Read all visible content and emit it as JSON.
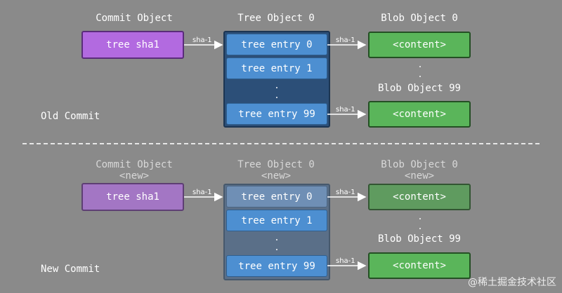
{
  "old": {
    "label": "Old Commit",
    "commit_title": "Commit Object",
    "tree_title": "Tree Object 0",
    "blob0_title": "Blob Object 0",
    "blob99_title": "Blob Object 99",
    "commit_box": "tree sha1",
    "tree_entries": [
      "tree entry 0",
      "tree entry 1",
      "tree entry 99"
    ],
    "blob_content": "<content>"
  },
  "new": {
    "label": "New Commit",
    "commit_title": "Commit Object",
    "commit_sub": "<new>",
    "tree_title": "Tree Object 0",
    "tree_sub": "<new>",
    "blob0_title": "Blob Object 0",
    "blob0_sub": "<new>",
    "blob99_title": "Blob Object 99",
    "commit_box": "tree sha1",
    "tree_entries": [
      "tree entry 0",
      "tree entry 1",
      "tree entry 99"
    ],
    "blob_content": "<content>"
  },
  "arrow_label": "sha-1",
  "dots": ".",
  "watermark": "@稀土掘金技术社区"
}
